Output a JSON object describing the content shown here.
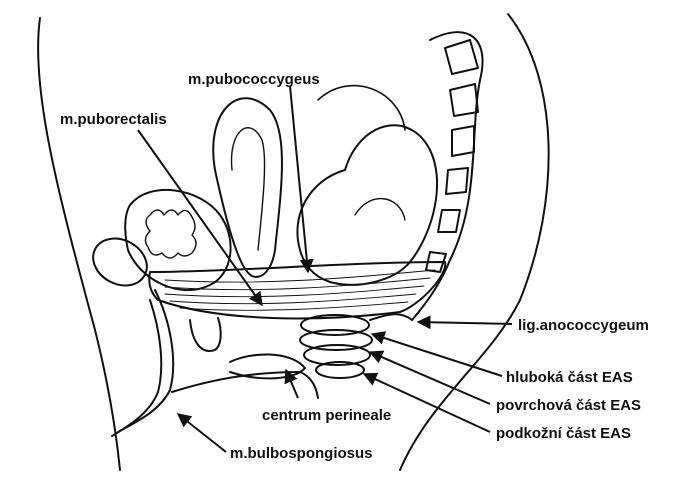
{
  "labels": {
    "pubococcygeus": "m.pubococcygeus",
    "puborectalis": "m.puborectalis",
    "anococcygeum": "lig.anococcygeum",
    "hluboka": "hluboká část EAS",
    "povrchova": "povrchová část EAS",
    "podkozni": "podkožní část EAS",
    "centrum": "centrum perineale",
    "bulbospongiosus": "m.bulbospongiosus"
  },
  "colors": {
    "ink": "#111111",
    "paper": "#ffffff"
  }
}
